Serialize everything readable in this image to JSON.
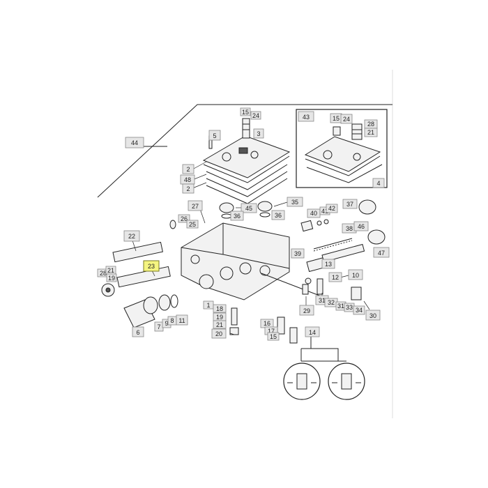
{
  "colors": {
    "background": "#ffffff",
    "label_box": "#e6e6e6",
    "highlight_box": "#f5f580",
    "line": "#222222"
  },
  "labels": [
    {
      "id": "44",
      "text": "44",
      "highlight": false
    },
    {
      "id": "15a",
      "text": "15",
      "highlight": false
    },
    {
      "id": "24a",
      "text": "24",
      "highlight": false
    },
    {
      "id": "3",
      "text": "3",
      "highlight": false
    },
    {
      "id": "5",
      "text": "5",
      "highlight": false
    },
    {
      "id": "2a",
      "text": "2",
      "highlight": false
    },
    {
      "id": "48",
      "text": "48",
      "highlight": false
    },
    {
      "id": "2b",
      "text": "2",
      "highlight": false
    },
    {
      "id": "43",
      "text": "43",
      "highlight": false
    },
    {
      "id": "15b",
      "text": "15",
      "highlight": false
    },
    {
      "id": "24b",
      "text": "24",
      "highlight": false
    },
    {
      "id": "28a",
      "text": "28",
      "highlight": false
    },
    {
      "id": "21a",
      "text": "21",
      "highlight": false
    },
    {
      "id": "4",
      "text": "4",
      "highlight": false
    },
    {
      "id": "27",
      "text": "27",
      "highlight": false
    },
    {
      "id": "45",
      "text": "45",
      "highlight": false
    },
    {
      "id": "35",
      "text": "35",
      "highlight": false
    },
    {
      "id": "36a",
      "text": "36",
      "highlight": false
    },
    {
      "id": "36b",
      "text": "36",
      "highlight": false
    },
    {
      "id": "40",
      "text": "40",
      "highlight": false
    },
    {
      "id": "41",
      "text": "41",
      "highlight": false
    },
    {
      "id": "42",
      "text": "42",
      "highlight": false
    },
    {
      "id": "37",
      "text": "37",
      "highlight": false
    },
    {
      "id": "38",
      "text": "38",
      "highlight": false
    },
    {
      "id": "46",
      "text": "46",
      "highlight": false
    },
    {
      "id": "47",
      "text": "47",
      "highlight": false
    },
    {
      "id": "26",
      "text": "26",
      "highlight": false
    },
    {
      "id": "25",
      "text": "25",
      "highlight": false
    },
    {
      "id": "22",
      "text": "22",
      "highlight": false
    },
    {
      "id": "23",
      "text": "23",
      "highlight": true
    },
    {
      "id": "39",
      "text": "39",
      "highlight": false
    },
    {
      "id": "13",
      "text": "13",
      "highlight": false
    },
    {
      "id": "10",
      "text": "10",
      "highlight": false
    },
    {
      "id": "12",
      "text": "12",
      "highlight": false
    },
    {
      "id": "28b",
      "text": "28",
      "highlight": false
    },
    {
      "id": "21b",
      "text": "21",
      "highlight": false
    },
    {
      "id": "19a",
      "text": "19",
      "highlight": false
    },
    {
      "id": "1",
      "text": "1",
      "highlight": false
    },
    {
      "id": "18",
      "text": "18",
      "highlight": false
    },
    {
      "id": "19b",
      "text": "19",
      "highlight": false
    },
    {
      "id": "21c",
      "text": "21",
      "highlight": false
    },
    {
      "id": "20",
      "text": "20",
      "highlight": false
    },
    {
      "id": "7",
      "text": "7",
      "highlight": false
    },
    {
      "id": "9",
      "text": "9",
      "highlight": false
    },
    {
      "id": "8",
      "text": "8",
      "highlight": false
    },
    {
      "id": "11",
      "text": "11",
      "highlight": false
    },
    {
      "id": "6",
      "text": "6",
      "highlight": false
    },
    {
      "id": "16",
      "text": "16",
      "highlight": false
    },
    {
      "id": "17",
      "text": "17",
      "highlight": false
    },
    {
      "id": "15c",
      "text": "15",
      "highlight": false
    },
    {
      "id": "29",
      "text": "29",
      "highlight": false
    },
    {
      "id": "31a",
      "text": "31",
      "highlight": false
    },
    {
      "id": "32",
      "text": "32",
      "highlight": false
    },
    {
      "id": "31b",
      "text": "31",
      "highlight": false
    },
    {
      "id": "33",
      "text": "33",
      "highlight": false
    },
    {
      "id": "34",
      "text": "34",
      "highlight": false
    },
    {
      "id": "30",
      "text": "30",
      "highlight": false
    },
    {
      "id": "14",
      "text": "14",
      "highlight": false
    }
  ]
}
